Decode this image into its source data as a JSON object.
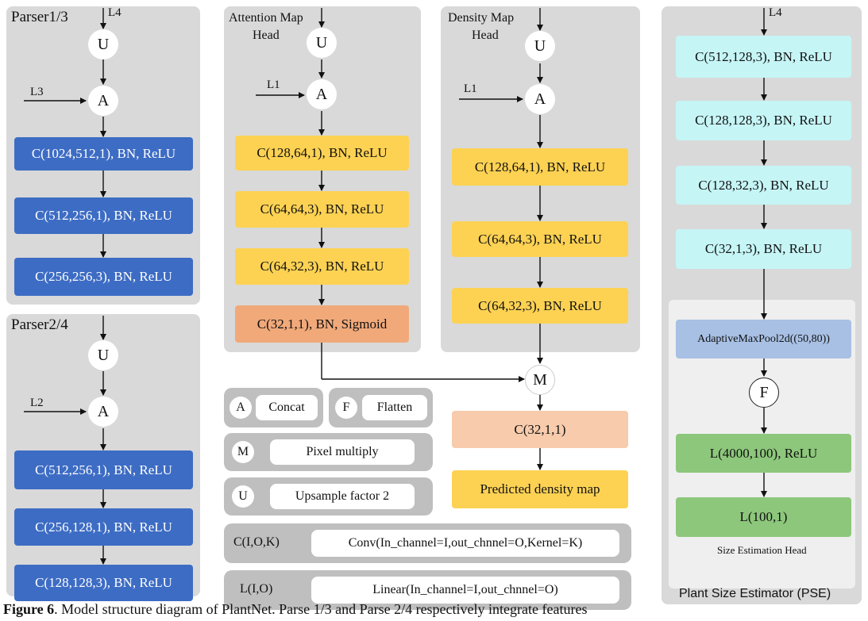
{
  "parser13": {
    "title": "Parser1/3",
    "input_label": "L4",
    "side_label": "L3",
    "upsample": "U",
    "concat": "A",
    "blocks": [
      "C(1024,512,1), BN, ReLU",
      "C(512,256,1), BN, ReLU",
      "C(256,256,3), BN, ReLU"
    ]
  },
  "parser24": {
    "title": "Parser2/4",
    "side_label": "L2",
    "upsample": "U",
    "concat": "A",
    "blocks": [
      "C(512,256,1), BN, ReLU",
      "C(256,128,1), BN, ReLU",
      "C(128,128,3), BN, ReLU"
    ]
  },
  "attention": {
    "title_line1": "Attention Map",
    "title_line2": "Head",
    "side_label": "L1",
    "upsample": "U",
    "concat": "A",
    "blocks": [
      "C(128,64,1), BN, ReLU",
      "C(64,64,3), BN, ReLU",
      "C(64,32,3), BN, ReLU",
      "C(32,1,1), BN, Sigmoid"
    ]
  },
  "density": {
    "title_line1": "Density Map",
    "title_line2": "Head",
    "side_label": "L1",
    "upsample": "U",
    "concat": "A",
    "blocks": [
      "C(128,64,1), BN, ReLU",
      "C(64,64,3), BN, ReLU",
      "C(64,32,3), BN, ReLU"
    ]
  },
  "merge": {
    "multiply": "M",
    "conv": "C(32,1,1)",
    "output": "Predicted density map"
  },
  "pse": {
    "input_label": "L4",
    "blocks": [
      "C(512,128,3), BN, ReLU",
      "C(128,128,3), BN, ReLU",
      "C(128,32,3), BN, ReLU",
      "C(32,1,3), BN, ReLU"
    ],
    "pool": "AdaptiveMaxPool2d((50,80))",
    "flatten": "F",
    "linear1": "L(4000,100),  ReLU",
    "linear2": "L(100,1)",
    "sub_title": "Size Estimation Head",
    "title": "Plant Size Estimator (PSE)"
  },
  "legend": {
    "concat_key": "A",
    "concat_label": "Concat",
    "flatten_key": "F",
    "flatten_label": "Flatten",
    "multiply_key": "M",
    "multiply_label": "Pixel multiply",
    "upsample_key": "U",
    "upsample_label": "Upsample factor 2",
    "conv_key": "C(I,O,K)",
    "conv_label": "Conv(In_channel=I,out_chnnel=O,Kernel=K)",
    "linear_key": "L(I,O)",
    "linear_label": "Linear(In_channel=I,out_chnnel=O)"
  },
  "caption": {
    "bold": "Figure 6",
    "text": ". Model structure diagram of PlantNet. Parse 1/3 and Parse 2/4 respectively integrate features"
  },
  "colors": {
    "panel": "#d9d9d9",
    "parser_block": "#3d6cc4",
    "head_block": "#fdd253",
    "sigmoid_block": "#f1a97a",
    "merge_conv": "#f7cbac",
    "pse_conv": "#c6f5f6",
    "pse_pool": "#a8c0e4",
    "pse_linear": "#8dc77b",
    "legend": "#bfbfbf"
  }
}
